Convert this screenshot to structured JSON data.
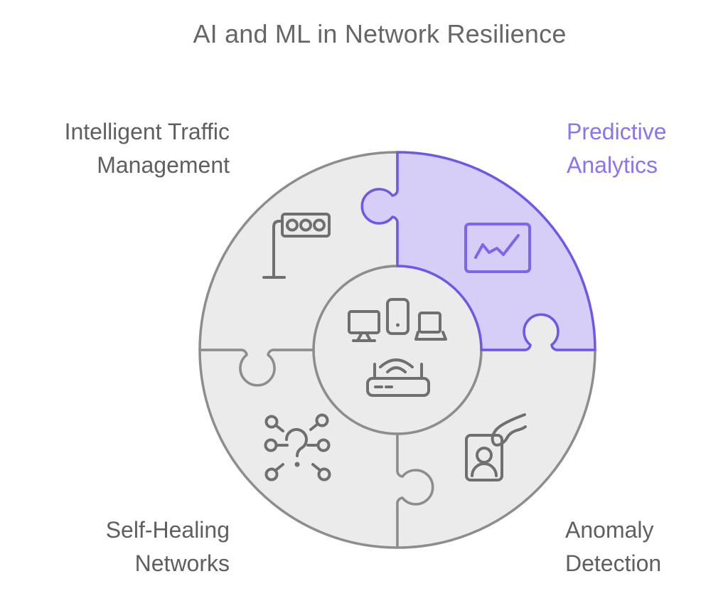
{
  "title": "AI and ML in Network Resilience",
  "diagram": {
    "type": "circular-puzzle",
    "center": {
      "icon": "connected-devices-router-icon"
    },
    "segments": [
      {
        "id": "intelligent-traffic-management",
        "label_line1": "Intelligent Traffic",
        "label_line2": "Management",
        "icon": "traffic-signal-icon",
        "position": "top-left",
        "highlighted": false
      },
      {
        "id": "predictive-analytics",
        "label_line1": "Predictive",
        "label_line2": "Analytics",
        "icon": "line-chart-icon",
        "position": "top-right",
        "highlighted": true
      },
      {
        "id": "self-healing-networks",
        "label_line1": "Self-Healing",
        "label_line2": "Networks",
        "icon": "network-nodes-question-icon",
        "position": "bottom-left",
        "highlighted": false
      },
      {
        "id": "anomaly-detection",
        "label_line1": "Anomaly",
        "label_line2": "Detection",
        "icon": "id-badge-hand-icon",
        "position": "bottom-right",
        "highlighted": false
      }
    ]
  },
  "colors": {
    "background": "#FFFFFF",
    "piece_fill_gray": "#EBEBEB",
    "piece_stroke_gray": "#8D8D8D",
    "piece_fill_purple": "#D6CEF6",
    "piece_stroke_purple": "#7057E8",
    "icon_stroke_gray": "#6F6F6F",
    "icon_stroke_purple": "#7E66EC",
    "label_text_gray": "#5F5F5F",
    "label_text_purple": "#8A74F0",
    "title_text": "#666666"
  }
}
